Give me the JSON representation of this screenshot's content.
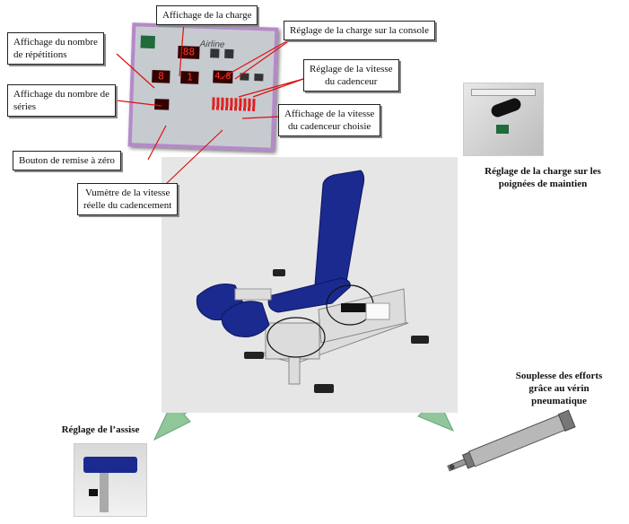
{
  "callouts": {
    "charge_display": "Affichage de la charge",
    "reps_display_l1": "Affichage du nombre",
    "reps_display_l2": "de répétitions",
    "console_load": "Réglage de la charge sur la console",
    "speed_set_l1": "Réglage de la vitesse",
    "speed_set_l2": "du cadenceur",
    "series_display_l1": "Affichage du nombre de",
    "series_display_l2": "séries",
    "speed_chosen_l1": "Affichage de la vitesse",
    "speed_chosen_l2": "du cadenceur choisie",
    "reset_button": "Bouton de remise à zéro",
    "vumeter_l1": "Vumètre de la vitesse",
    "vumeter_l2": "réelle du cadencement"
  },
  "captions": {
    "handles_l1": "Réglage de la charge sur les",
    "handles_l2": "poignées de maintien",
    "seat": "Réglage de l’assise",
    "cylinder_l1": "Souplesse des efforts",
    "cylinder_l2": "grâce au vérin",
    "cylinder_l3": "pneumatique"
  },
  "console_panel": {
    "brand": "Airline",
    "load_value": "88",
    "reps_value": "8",
    "series_value": "1",
    "speed_value": "4.8"
  },
  "colors": {
    "arrow_green": "#8fc79a",
    "panel_bg": "#c6cbd0",
    "panel_border": "#b589c9",
    "led_red": "#e02020",
    "seat_blue": "#1b2a8f"
  }
}
